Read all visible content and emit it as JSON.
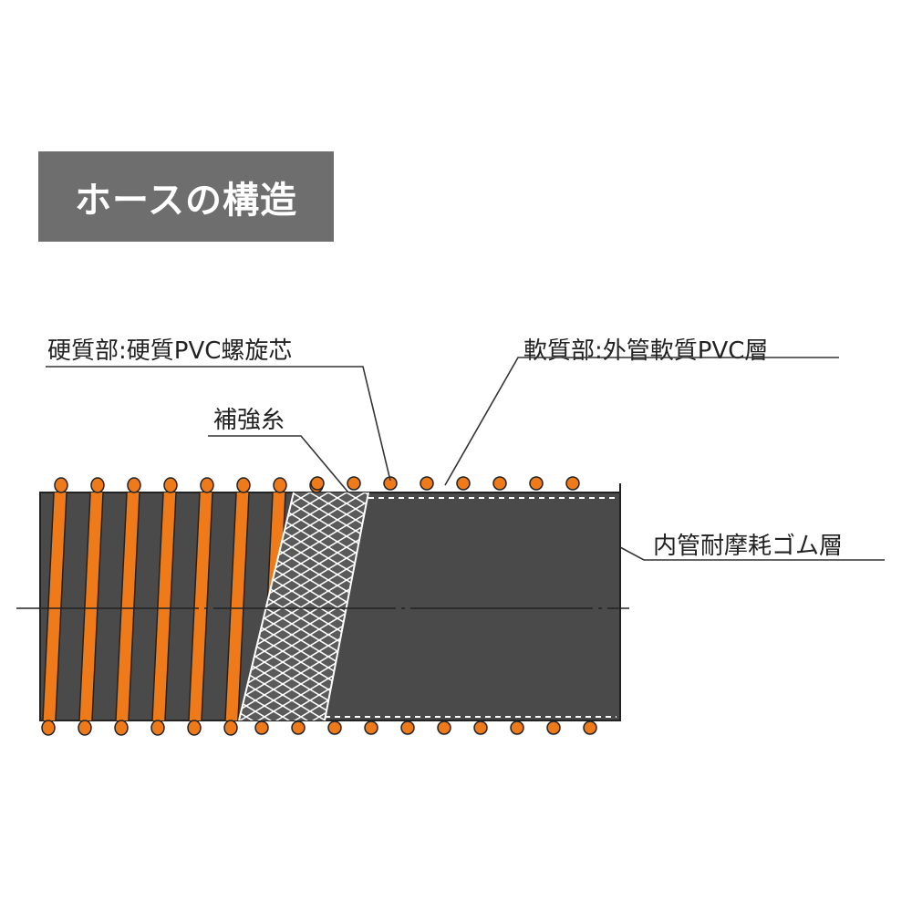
{
  "title": "ホースの構造",
  "labels": {
    "hard_part": "硬質部:硬質PVC螺旋芯",
    "reinforcement": "補強糸",
    "soft_part": "軟質部:外管軟質PVC層",
    "inner_tube": "内管耐摩耗ゴム層"
  },
  "colors": {
    "title_bg": "#6e6e6e",
    "hose_body": "#4a4a4a",
    "spiral_core": "#ef7a1a",
    "spiral_outline": "#222222",
    "reinforcement_mesh": "#ffffff",
    "leader_line": "#333333"
  }
}
